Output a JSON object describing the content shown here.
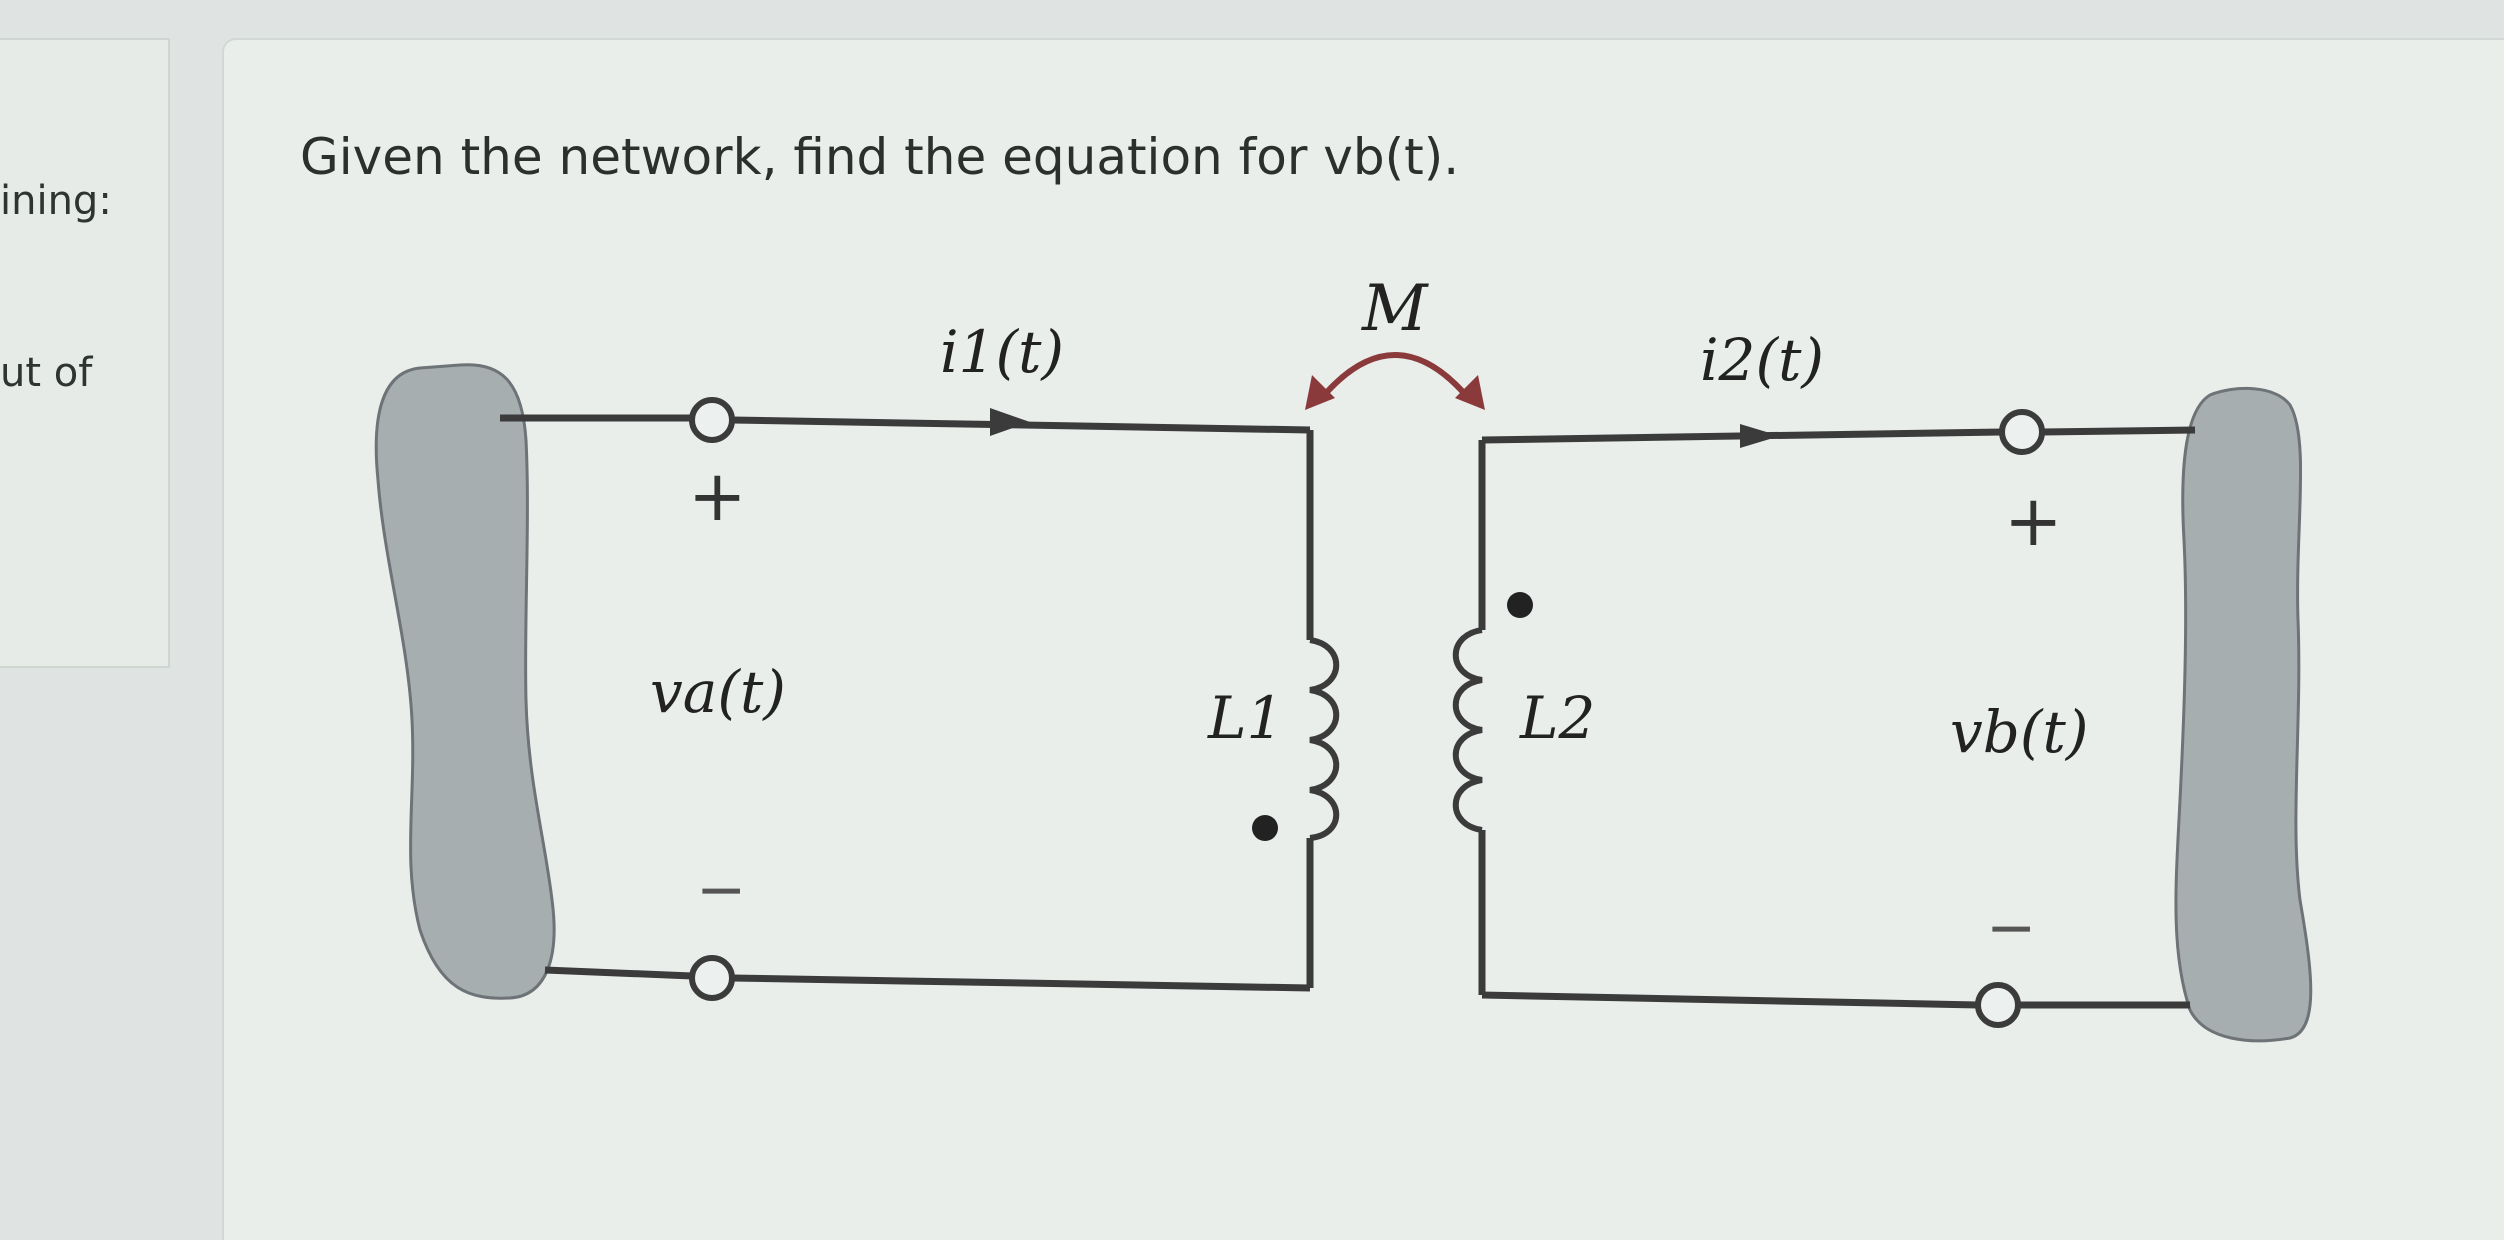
{
  "sidebar": {
    "line1": "ining:",
    "line2": "ut of"
  },
  "question": {
    "prompt": "Given the network, find the equation for vb(t)."
  },
  "circuit": {
    "current_1": "i1(t)",
    "current_2": "i2(t)",
    "mutual": "M",
    "voltage_a": "va(t)",
    "voltage_b": "vb(t)",
    "inductor_1": "L1",
    "inductor_2": "L2",
    "plus_a": "+",
    "minus_a": "−",
    "plus_b": "+",
    "minus_b": "−"
  },
  "colors": {
    "wire": "#3b3b3b",
    "mutual_arrow": "#8a3a3a",
    "network_block": "#a7aeb0"
  }
}
